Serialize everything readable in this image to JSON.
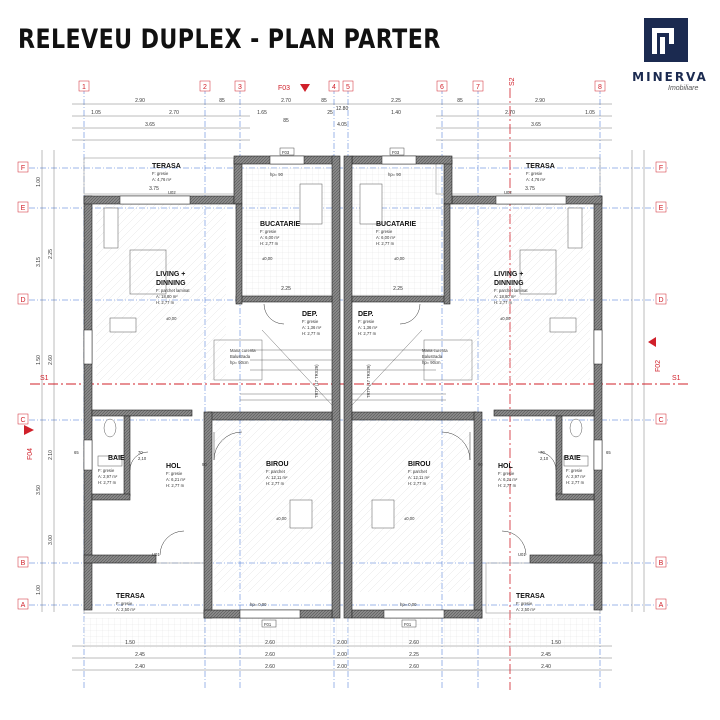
{
  "title": "RELEVEU DUPLEX - PLAN PARTER",
  "logo": {
    "name": "MINERVA",
    "sub": "Imobiliare"
  },
  "axes_columns": [
    "1",
    "2",
    "3",
    "4",
    "5",
    "6",
    "7",
    "8"
  ],
  "axes_rows": [
    "F",
    "E",
    "D",
    "C",
    "B",
    "A"
  ],
  "sections": {
    "f01": "F01",
    "f02": "F02",
    "f03": "F03",
    "f04": "F04",
    "s1": "S1",
    "s2": "S2"
  },
  "top_dims": {
    "row1": [
      "2.90",
      "85",
      "2.70",
      "85",
      "12.80",
      "2.25",
      "85",
      "2.90"
    ],
    "row2": [
      "1.05",
      "2.70",
      "1.65",
      "85",
      "25",
      "1.40",
      "2.70",
      "1.05"
    ],
    "row3": [
      "3.65",
      "4.05",
      "3.65"
    ],
    "row4": [
      "3.75",
      "2.25",
      "2.25",
      "3.75"
    ]
  },
  "bottom_dims": {
    "row1": [
      "1.50",
      "2.60",
      "2.00",
      "2.60",
      "1.50"
    ],
    "row2": [
      "2.45",
      "2.60",
      "2.00",
      "2.25",
      "2.45"
    ],
    "row3": [
      "2.40",
      "2.60",
      "2.00",
      "2.60",
      "2.40"
    ]
  },
  "left_dims": [
    "1.00",
    "2.25",
    "3.15",
    "2.60",
    "1.50",
    "2.10",
    "3.50",
    "3.00",
    "1.00"
  ],
  "rooms": {
    "terasa_top": {
      "name": "TERASA",
      "f": "F: gresie",
      "a": "A: 4,76 m²"
    },
    "bucatarie": {
      "name": "BUCATARIE",
      "f": "F: gresie",
      "a": "A: 6,00 m²",
      "h": "H: 2,77 m"
    },
    "living": {
      "name": "LIVING +",
      "name2": "DINNING",
      "f": "F: parchet laminat",
      "a": "A: 18,80 m²",
      "h": "H: 2,77 m"
    },
    "dep": {
      "name": "DEP.",
      "f": "F: gresie",
      "a": "A: 1,36 m²",
      "h": "H: 2,77 m"
    },
    "birou": {
      "name": "BIROU",
      "f": "F: parchet",
      "a": "A: 12,11 m²",
      "h": "H: 2,77 m"
    },
    "hol": {
      "name": "HOL",
      "f": "F: gresie",
      "a": "A: 6,21 m²",
      "h": "H: 2,77 m"
    },
    "baie": {
      "name": "BAIE",
      "f": "F: gresie",
      "a": "A: 2,97 m²",
      "h": "H: 2,77 m"
    },
    "terasa_bottom": {
      "name": "TERASA",
      "f": "F: gresie",
      "a": "A: 2,50 m²"
    }
  },
  "stairs": {
    "label": "TRTP (17 TRX29)",
    "note1": "Mana curenta",
    "note2": "Balustrada",
    "note3": "hp= 90cm"
  },
  "marks": {
    "hp90": "hp= 90",
    "hp0": "hp= 0,00",
    "level0": "±0,00",
    "u01": "U01",
    "u02": "U02",
    "door_70": "70",
    "door_90": "90",
    "door_210": "2,10",
    "win_65": "65"
  }
}
